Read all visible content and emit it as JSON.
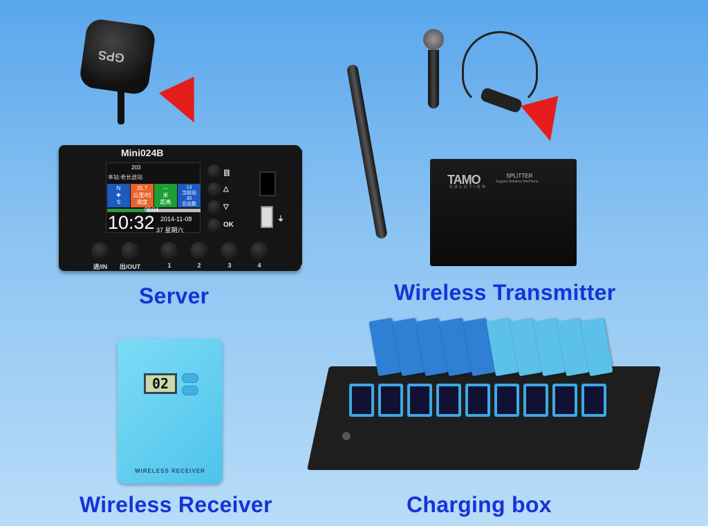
{
  "server": {
    "label": "Server",
    "model": "Mini024B",
    "gps_label": "GPS",
    "screen": {
      "status_number": "203",
      "station": "本站:老长途站",
      "speed_value": "25.7",
      "speed_unit": "公里/时",
      "speed_label": "速度",
      "distance_value": "---",
      "distance_unit": "米",
      "distance_label": "距离",
      "current_station": "13",
      "current_station_label": "当前站",
      "total_stations": "30",
      "total_stations_label": "总站数",
      "progress_time": "00:04",
      "time": "10:32",
      "date": "2014-11-08",
      "seconds": "37",
      "weekday": "星期六"
    },
    "side_buttons": [
      "目",
      "△",
      "▽",
      "OK"
    ],
    "bottom_buttons": [
      "进/IN",
      "出/OUT",
      "1",
      "2",
      "3",
      "4"
    ]
  },
  "transmitter": {
    "label": "Wireless Transmitter",
    "brand": "TAMO",
    "brand_sub": "SOLUTION",
    "title": "SPLITTER",
    "subtitle": "Support Wireless MicPhone"
  },
  "receiver": {
    "label": "Wireless Receiver",
    "display": "02",
    "device_text": "WIRELESS RECEIVER"
  },
  "charging_box": {
    "label": "Charging box"
  },
  "colors": {
    "label": "#1733d6",
    "arrow": "#e51c1c",
    "receiver": "#5fd0f0"
  }
}
